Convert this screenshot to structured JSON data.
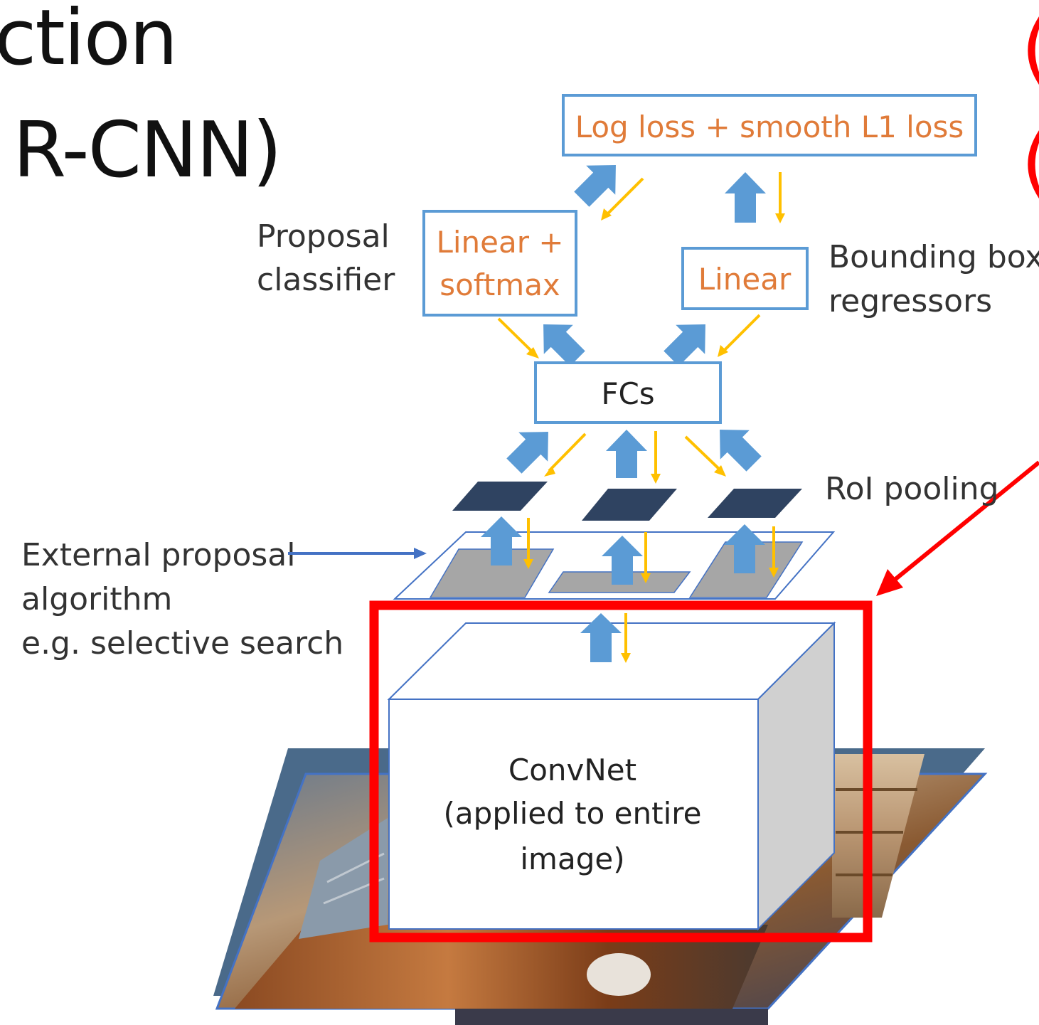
{
  "title": {
    "line1": "ction",
    "line2": "R-CNN)"
  },
  "red_partial": {
    "line1": "(",
    "line2": "("
  },
  "boxes": {
    "loss": "Log loss + smooth L1 loss",
    "classifier_line1": "Linear +",
    "classifier_line2": "softmax",
    "linear": "Linear",
    "fcs": "FCs",
    "convnet_line1": "ConvNet",
    "convnet_line2": "(applied to entire",
    "convnet_line3": "image)"
  },
  "labels": {
    "proposal_classifier_line1": "Proposal",
    "proposal_classifier_line2": "classifier",
    "bbox_line1": "Bounding box",
    "bbox_line2": "regressors",
    "roi_pooling": "RoI pooling",
    "external_line1": "External proposal",
    "external_line2": "algorithm",
    "external_line3": "e.g. selective search"
  },
  "colors": {
    "box_border": "#5b9bd5",
    "box_text_orange": "#e07b39",
    "forward_arrow": "#5b9bd5",
    "backward_arrow": "#ffc000",
    "highlight_red": "#ff0000",
    "roi_dark": "#2f4361",
    "proposal_gray": "#a6a6a6"
  }
}
